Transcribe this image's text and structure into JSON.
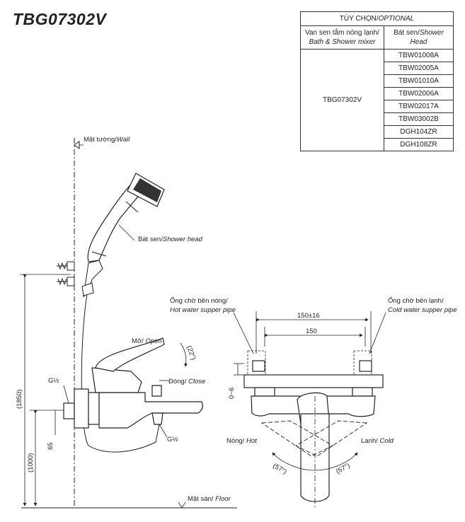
{
  "title": "TBG07302V",
  "options_table": {
    "header_vi": "TÙY CHỌN/",
    "header_en": "OPTIONAL",
    "col1_vi": "Van sen tắm nóng lạnh/",
    "col1_en": "Bath & Shower mixer",
    "col2_vi": "Bát sen/",
    "col2_en": "Shower Head",
    "model": "TBG07302V",
    "shower_heads": [
      "TBW01008A",
      "TBW02005A",
      "TBW01010A",
      "TBW02006A",
      "TBW02017A",
      "TBW03002B",
      "DGH104ZR",
      "DGH108ZR"
    ]
  },
  "labels": {
    "wall_vi": "Mặt tường/",
    "wall_en": "Wall",
    "shower_head_vi": "Bát sen/",
    "shower_head_en": "Shower head",
    "open_vi": "Mở/ ",
    "open_en": "Open",
    "open_angle": "(22°)",
    "close_vi": "Đóng/ ",
    "close_en": "Close",
    "g_top": "G½",
    "g_bottom": "G½",
    "floor_vi": "Mặt sàn/ ",
    "floor_en": "Floor",
    "hot_pipe_vi": "Ống chờ bên nóng/",
    "hot_pipe_en": "Hot water supper pipe",
    "cold_pipe_vi": "Ống chờ bên lạnh/",
    "cold_pipe_en": "Cold water supper pipe",
    "hot_vi": "Nóng/ ",
    "hot_en": "Hot",
    "cold_vi": "Lạnh/ ",
    "cold_en": "Cold",
    "angle_left": "(57°)",
    "angle_right": "(57°)"
  },
  "dimensions": {
    "overall_height": "(1850)",
    "mixer_height": "(1000)",
    "inlet_offset": "65",
    "inlet_depth": "0~6",
    "centers_tol": "150±16",
    "centers": "150"
  }
}
